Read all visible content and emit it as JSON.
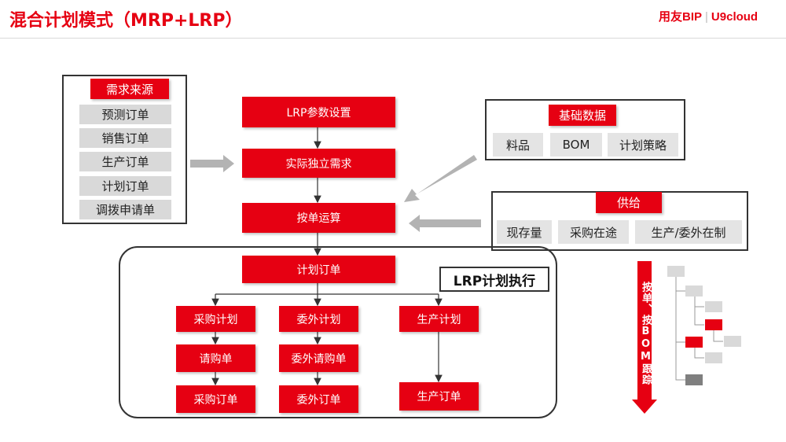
{
  "title": "混合计划模式（MRP+LRP）",
  "brand": {
    "name1": "用友BIP",
    "name2": "U9cloud"
  },
  "demand_source": {
    "header": "需求来源",
    "items": [
      "预测订单",
      "销售订单",
      "生产订单",
      "计划订单",
      "调拨申请单"
    ]
  },
  "basic_data": {
    "header": "基础数据",
    "items": [
      "料品",
      "BOM",
      "计划策略"
    ]
  },
  "supply": {
    "header": "供给",
    "items": [
      "现存量",
      "采购在途",
      "生产/委外在制"
    ]
  },
  "flow": {
    "lrp_param": "LRP参数设置",
    "actual_demand": "实际独立需求",
    "order_calc": "按单运算",
    "plan_order": "计划订单"
  },
  "lrp_exec_label": "LRP计划执行",
  "branches": {
    "purchase": {
      "plan": "采购计划",
      "request": "请购单",
      "order": "采购订单"
    },
    "outsource": {
      "plan": "委外计划",
      "request": "委外请购单",
      "order": "委外订单"
    },
    "production": {
      "plan": "生产计划",
      "order": "生产订单"
    }
  },
  "tracking_label": "按单、按BOM跟踪",
  "colors": {
    "accent": "#e60012",
    "grey": "#d9d9d9",
    "dark": "#333333"
  }
}
